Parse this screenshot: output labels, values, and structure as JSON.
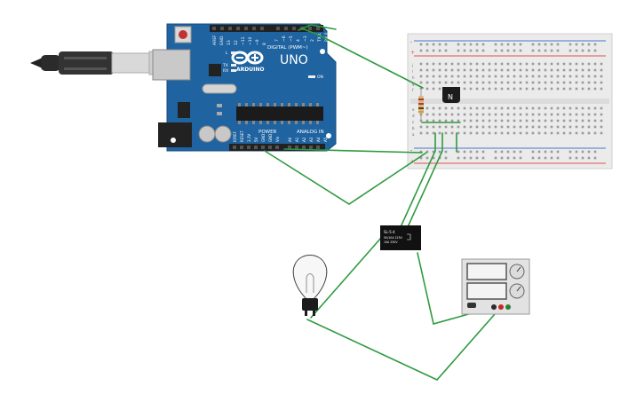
{
  "arduino": {
    "label_digital": "DIGITAL (PWM~)",
    "label_power": "POWER",
    "label_analog": "ANALOG IN",
    "label_brand": "ARDUINO",
    "label_model": "UNO",
    "label_on": "ON",
    "label_tx": "TX",
    "label_rx": "RX",
    "label_l": "L",
    "label_aref": "AREF",
    "label_gnd": "GND",
    "digital_pins": [
      "13",
      "12",
      "~11",
      "~10",
      "~9",
      "8",
      "7",
      "~6",
      "~5",
      "4",
      "~3",
      "2",
      "TX 1",
      "RX 0"
    ],
    "power_pins": [
      "IOREF",
      "RESET",
      "3.3V",
      "5V",
      "GND",
      "GND",
      "Vin"
    ],
    "analog_pins": [
      "A0",
      "A1",
      "A2",
      "A3",
      "A4",
      "A5"
    ]
  },
  "transistor": {
    "label": "N"
  },
  "relay": {
    "line1": "SL-5-4",
    "line2": "5V/10A 125V",
    "line3": "10A 250V"
  },
  "breadboard": {
    "row_labels_top": [
      "j",
      "i",
      "h",
      "g",
      "f"
    ],
    "row_labels_bottom": [
      "e",
      "d",
      "c",
      "b",
      "a"
    ],
    "rail_plus": "+",
    "rail_minus": "-",
    "column_count": 30
  },
  "colors": {
    "wire": "#2e9a3f",
    "arduino_board": "#1f63a0",
    "breadboard": "#ebebeb",
    "rail_red": "#d9534f",
    "rail_blue": "#4a78c9"
  }
}
